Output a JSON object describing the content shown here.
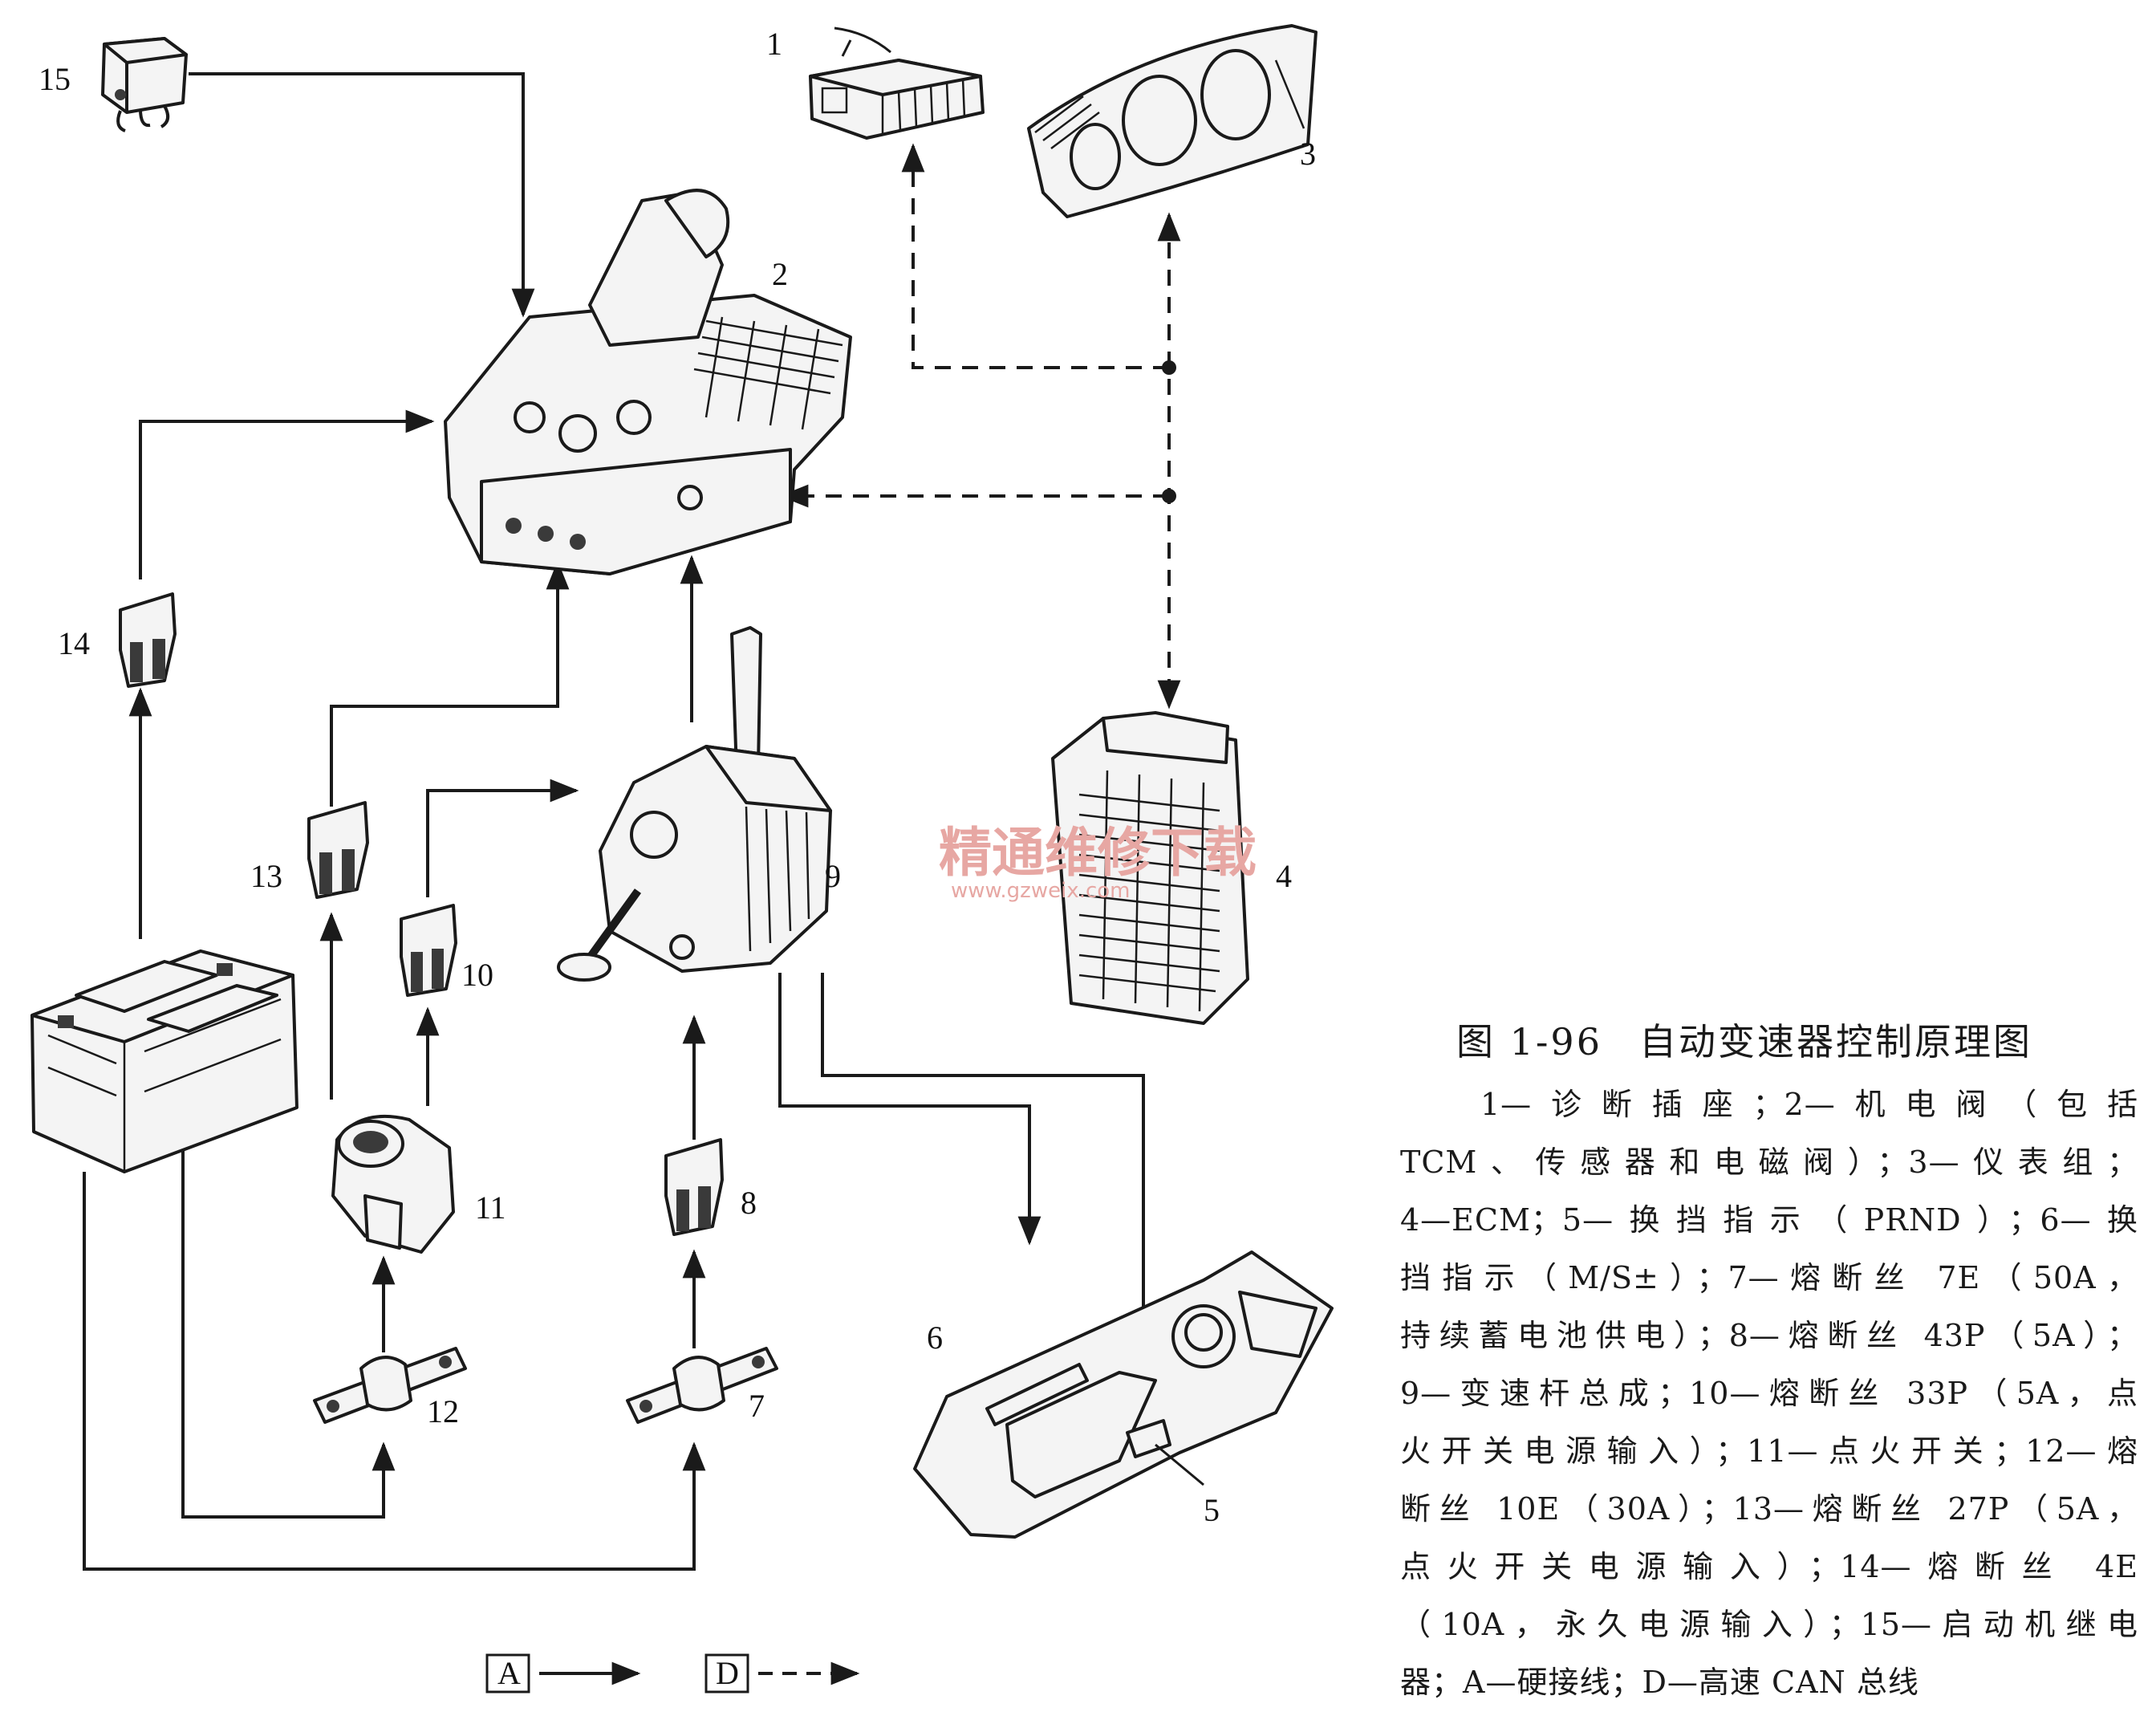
{
  "figure": {
    "label": "图 1-96",
    "title": "自动变速器控制原理图"
  },
  "caption_lines": [
    "1—诊断插座；2—机电阀（包括",
    "TCM、传感器和电磁阀）；3—仪表组；",
    "4—ECM；5—换挡指示（PRND）；6—换",
    "挡指示（M/S±）；7—熔断丝 7E（50A，",
    "持续蓄电池供电）；8—熔断丝 43P（5A）；",
    "9—变速杆总成；10—熔断丝 33P（5A，点",
    "火开关电源输入）；11—点火开关；12—熔",
    "断丝 10E（30A）；13—熔断丝 27P（5A，",
    "点火开关电源输入）；14—熔断丝 4E",
    "（10A，永久电源输入）；15—启动机继电",
    "器；A—硬接线；D—高速 CAN 总线"
  ],
  "components": [
    {
      "id": "1",
      "name": "诊断插座"
    },
    {
      "id": "2",
      "name": "机电阀"
    },
    {
      "id": "3",
      "name": "仪表组"
    },
    {
      "id": "4",
      "name": "ECM"
    },
    {
      "id": "5",
      "name": "换挡指示（PRND）"
    },
    {
      "id": "6",
      "name": "换挡指示（M/S±）"
    },
    {
      "id": "7",
      "name": "熔断丝 7E"
    },
    {
      "id": "8",
      "name": "熔断丝 43P"
    },
    {
      "id": "9",
      "name": "变速杆总成"
    },
    {
      "id": "10",
      "name": "熔断丝 33P"
    },
    {
      "id": "11",
      "name": "点火开关"
    },
    {
      "id": "12",
      "name": "熔断丝 10E"
    },
    {
      "id": "13",
      "name": "熔断丝 27P"
    },
    {
      "id": "14",
      "name": "熔断丝 4E"
    },
    {
      "id": "15",
      "name": "启动机继电器"
    }
  ],
  "legend": {
    "hardwire": "A",
    "can_bus": "D"
  },
  "watermark": {
    "text": "精通维修下载",
    "url": "www.gzweix.com"
  },
  "colors": {
    "ink": "#1a1a1a",
    "watermark": "#e7a7a3"
  }
}
